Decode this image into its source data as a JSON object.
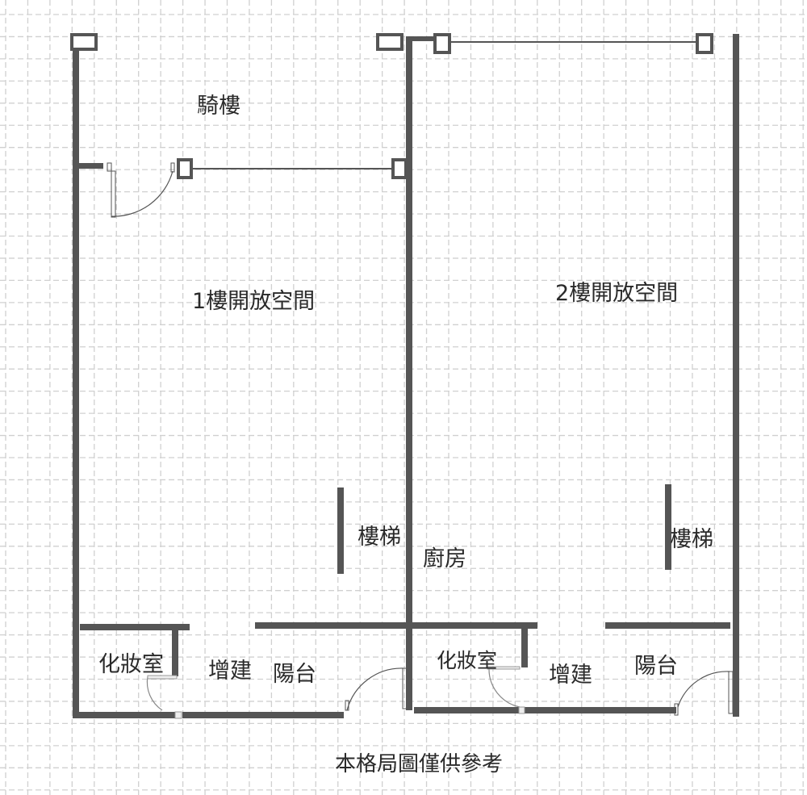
{
  "floor1": {
    "arcade": "騎樓",
    "open_space": "1樓開放空間",
    "stairs": "樓梯",
    "powder_room": "化妝室",
    "extension": "增建",
    "balcony": "陽台"
  },
  "floor2": {
    "kitchen": "廚房",
    "open_space": "2樓開放空間",
    "stairs": "樓梯",
    "powder_room": "化妝室",
    "extension": "增建",
    "balcony": "陽台"
  },
  "caption": "本格局圖僅供參考",
  "colors": {
    "wall": "#555555",
    "grid": "#d0d0d0",
    "text": "#2a2a2a"
  }
}
